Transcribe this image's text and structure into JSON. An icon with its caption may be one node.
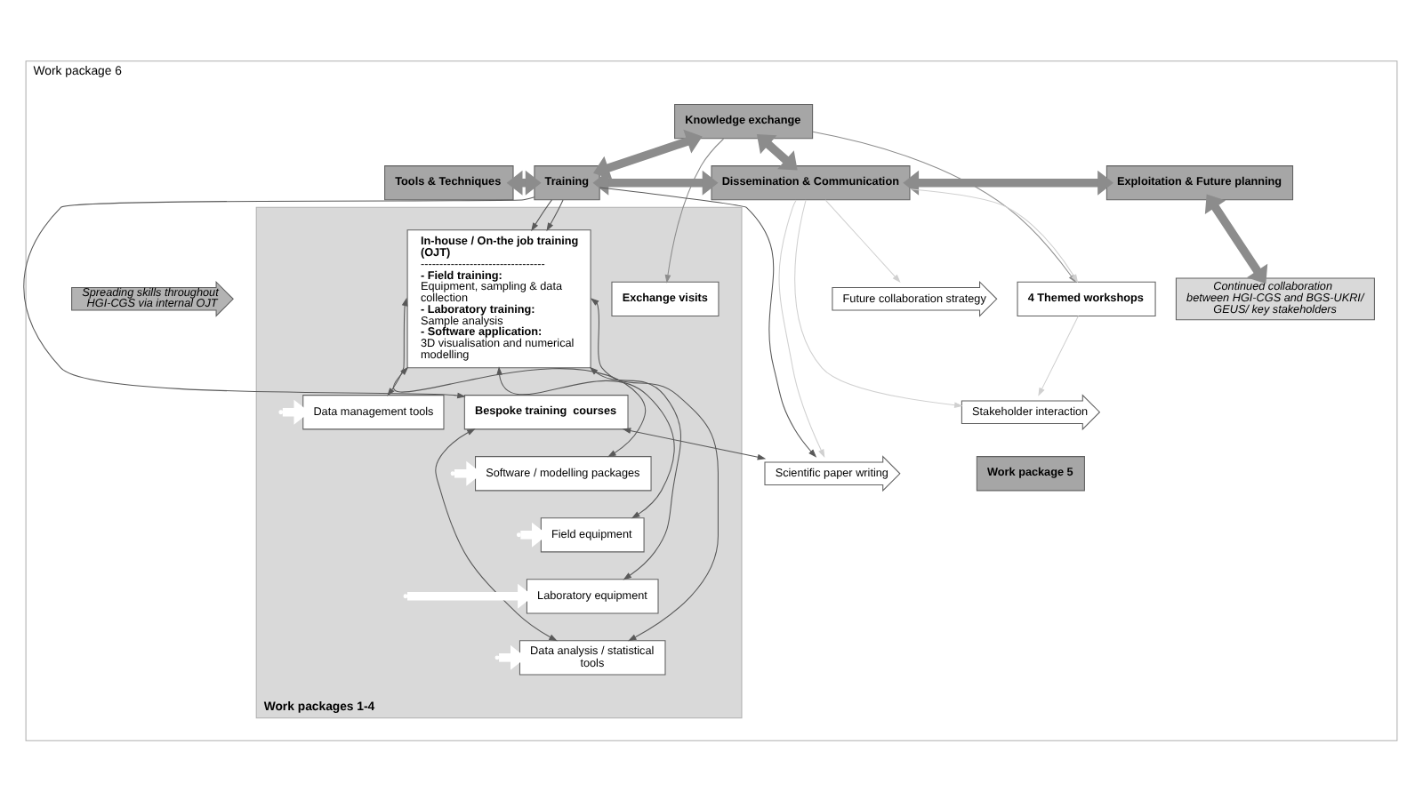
{
  "diagram": {
    "nodes": [
      {
        "text": [
          "Work package 6"
        ]
      },
      {
        "text": [
          "Knowledge exchange"
        ],
        "in": 0
      },
      {
        "text": [
          "Tools & Techniques"
        ],
        "in": 0
      },
      {
        "text": [
          "Training"
        ],
        "in": 0
      },
      {
        "text": [
          "Dissemination & Communication"
        ],
        "in": 0
      },
      {
        "text": [
          "Exploitation & Future planning"
        ],
        "in": 0
      },
      {
        "text": [
          "Work packages 1-4"
        ],
        "in": 0
      },
      {
        "text": [
          "Data management tools"
        ],
        "in": 6
      },
      {
        "text": [
          "Software / modelling packages"
        ],
        "in": 6
      },
      {
        "text": [
          "Field equipment"
        ],
        "in": 6
      },
      {
        "text": [
          "Laboratory equipment"
        ],
        "in": 6
      },
      {
        "text": [
          "Data analysis / statistical tools"
        ],
        "in": 6
      },
      {
        "text": [
          "In-house / On-the job training (OJT)",
          "---------------------------------",
          "- Field training:",
          "Equipment, sampling & data collection",
          "- Laboratory training:",
          "Sample analysis",
          "- Software application:",
          "3D visualisation and numerical modelling"
        ],
        "in": 6
      },
      {
        "text": [
          "Exchange visits"
        ],
        "in": 6
      },
      {
        "text": [
          "4 Themed workshops"
        ],
        "in": 0
      },
      {
        "text": [
          "Bespoke training  courses"
        ],
        "in": 6
      },
      {
        "text": [
          "Work package 5"
        ],
        "in": 0
      },
      {
        "text": [
          "Future collaboration strategy"
        ],
        "in": 0
      },
      {
        "text": [
          "Stakeholder interaction"
        ],
        "in": 0
      },
      {
        "text": [
          "Scientific paper writing"
        ],
        "in": 0
      },
      {
        "text": [
          "Spreading skills throughout  HGI-CGS via internal OJT"
        ],
        "in": 0
      },
      {
        "text": [
          "Continued collaboration  between HGI-CGS and BGS-UKRI/ GEUS/ key stakeholders"
        ],
        "in": 0
      }
    ],
    "edges": [
      {
        "from": 1,
        "to": 3,
        "arrow": "both",
        "style": "thick",
        "color": "#8c8c8c"
      },
      {
        "from": 1,
        "to": 4,
        "arrow": "both",
        "style": "thick",
        "color": "#8c8c8c"
      },
      {
        "from": 2,
        "to": 3,
        "arrow": "both",
        "style": "thick",
        "color": "#8c8c8c"
      },
      {
        "from": 3,
        "to": 4,
        "arrow": "both",
        "style": "thick",
        "color": "#8c8c8c"
      },
      {
        "from": 4,
        "to": 5,
        "arrow": "both",
        "style": "thick",
        "color": "#8c8c8c"
      },
      {
        "from": 5,
        "to": 21,
        "arrow": "both",
        "style": "thick",
        "color": "#8c8c8c"
      },
      {
        "from": 1,
        "to": 13,
        "arrow": "to",
        "color": "#8c8c8c"
      },
      {
        "from": 1,
        "to": 14,
        "arrow": "to",
        "color": "#8c8c8c"
      },
      {
        "from": 3,
        "to": 12,
        "arrow": "to"
      },
      {
        "from": 3,
        "to": 12,
        "arrow": "to"
      },
      {
        "from": 3,
        "to": 15,
        "arrow": "to"
      },
      {
        "from": 3,
        "to": 19,
        "arrow": "to"
      },
      {
        "from": 12,
        "to": 7,
        "arrow": "both"
      },
      {
        "from": 12,
        "to": 8,
        "arrow": "both"
      },
      {
        "from": 12,
        "to": 9,
        "arrow": "both"
      },
      {
        "from": 12,
        "to": 10,
        "arrow": "both"
      },
      {
        "from": 12,
        "to": 11,
        "arrow": "both"
      },
      {
        "from": 15,
        "to": 11,
        "arrow": "both"
      },
      {
        "from": 15,
        "to": 19,
        "arrow": "both"
      },
      {
        "from": null,
        "to": 7,
        "arrow": "to",
        "style": "thick",
        "color": "#ffffff"
      },
      {
        "from": null,
        "to": 8,
        "arrow": "to",
        "style": "thick",
        "color": "#ffffff"
      },
      {
        "from": null,
        "to": 9,
        "arrow": "to",
        "style": "thick",
        "color": "#ffffff"
      },
      {
        "from": null,
        "to": 10,
        "arrow": "to",
        "style": "thick",
        "color": "#ffffff"
      },
      {
        "from": null,
        "to": 11,
        "arrow": "to",
        "style": "thick",
        "color": "#ffffff"
      },
      {
        "from": 4,
        "to": 14,
        "arrow": "to",
        "color": "#d0d0d0"
      },
      {
        "from": 4,
        "to": 17,
        "arrow": "to",
        "color": "#d0d0d0"
      },
      {
        "from": 4,
        "to": 18,
        "arrow": "to",
        "color": "#d0d0d0"
      },
      {
        "from": 4,
        "to": 19,
        "arrow": "to",
        "color": "#d0d0d0"
      },
      {
        "from": 14,
        "to": 18,
        "arrow": "to",
        "color": "#d0d0d0"
      }
    ]
  }
}
